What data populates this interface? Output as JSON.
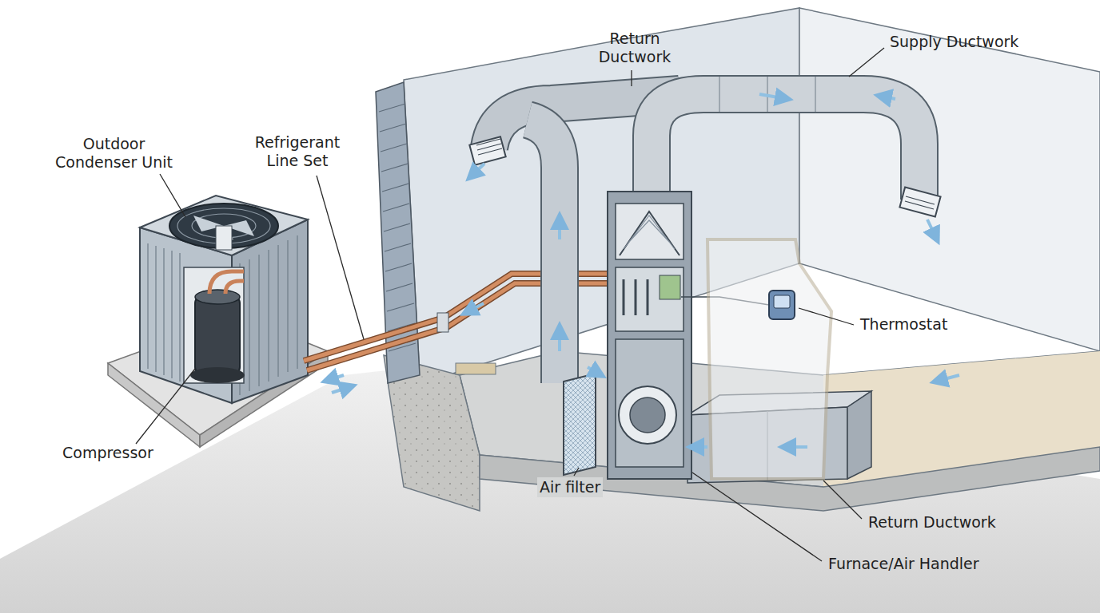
{
  "diagram": {
    "labels": [
      "Outdoor Condenser Unit",
      "Refrigerant Line Set",
      "Return Ductwork",
      "Supply Ductwork",
      "Thermostat",
      "Compressor",
      "Air filter",
      "Return Ductwork",
      "Furnace/Air Handler"
    ]
  }
}
